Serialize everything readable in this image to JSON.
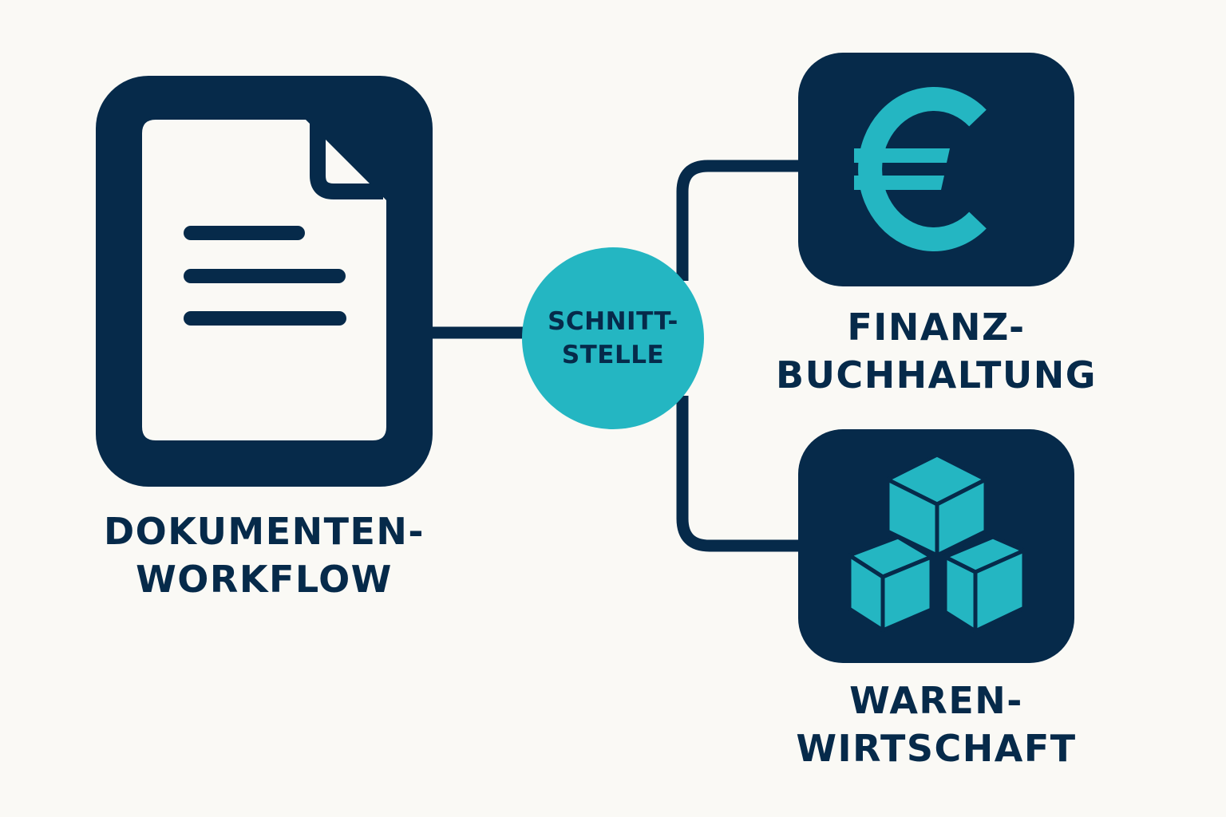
{
  "colors": {
    "background": "#faf9f5",
    "navy": "#062a4a",
    "teal": "#24b6c2",
    "paper": "#faf9f5"
  },
  "hub": {
    "line1": "SCHNITT-",
    "line2": "STELLE"
  },
  "nodes": {
    "documents": {
      "icon": "document-icon",
      "line1": "DOKUMENTEN-",
      "line2": "WORKFLOW"
    },
    "finance": {
      "icon": "euro-icon",
      "line1": "FINANZ-",
      "line2": "BUCHHALTUNG"
    },
    "inventory": {
      "icon": "boxes-icon",
      "line1": "WAREN-",
      "line2": "WIRTSCHAFT"
    }
  }
}
